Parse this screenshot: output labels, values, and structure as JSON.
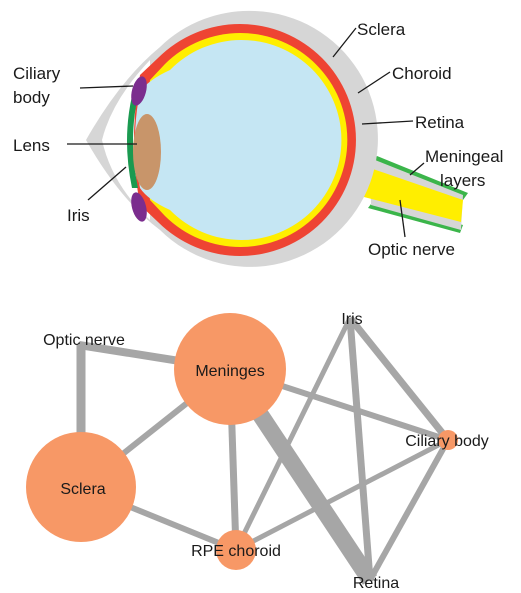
{
  "anatomy": {
    "labels": {
      "sclera": "Sclera",
      "choroid": "Choroid",
      "retina": "Retina",
      "meningeal_1": "Meningeal",
      "meningeal_2": "layers",
      "optic_nerve": "Optic nerve",
      "ciliary_1": "Ciliary",
      "ciliary_2": "body",
      "lens": "Lens",
      "iris": "Iris"
    },
    "colors": {
      "sclera": "#d6d6d6",
      "choroid": "#ee4433",
      "retina": "#ffee00",
      "vitreous": "#c5e6f3",
      "lens": "#c8956a",
      "iris": "#1a9a50",
      "ciliary": "#7b2d8e",
      "meninges": "#3bb54a"
    }
  },
  "network": {
    "nodes": [
      {
        "id": "meninges",
        "label": "Meninges"
      },
      {
        "id": "sclera",
        "label": "Sclera"
      },
      {
        "id": "rpe",
        "label": "RPE choroid"
      },
      {
        "id": "optic",
        "label": "Optic nerve"
      },
      {
        "id": "iris",
        "label": "Iris"
      },
      {
        "id": "ciliary",
        "label": "Ciliary body"
      },
      {
        "id": "retina",
        "label": "Retina"
      }
    ],
    "colors": {
      "node": "#f79866",
      "edge": "#a6a6a6"
    }
  }
}
